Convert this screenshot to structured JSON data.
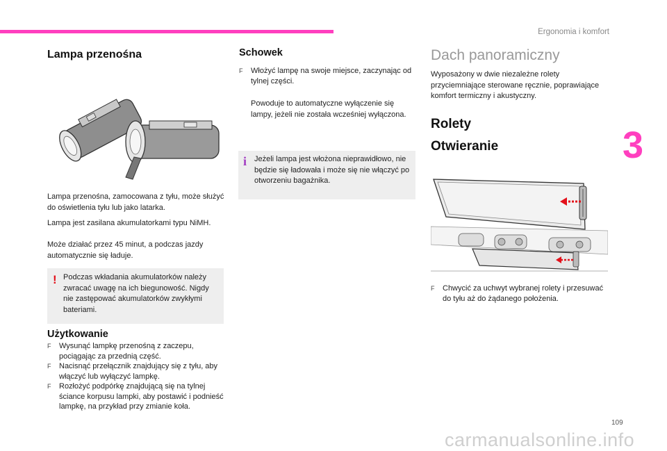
{
  "header": {
    "chapter_title": "Ergonomia i komfort",
    "chapter_number": "3"
  },
  "page_number": "109",
  "watermark": "carmanualsonline.info",
  "col1": {
    "title": "Lampa przenośna",
    "image_icon": "portable-lamp-illustration",
    "caption": "Lampa przenośna, zamocowana z tyłu, może służyć do oświetlenia tyłu lub jako latarka.",
    "para_line1": "Lampa jest zasilana akumulatorkami typu NiMH.",
    "para_line2": "Może działać przez 45 minut, a podczas jazdy automatycznie się ładuje.",
    "warning_icon": "!",
    "warning": "Podczas wkładania akumulatorków należy zwracać uwagę na ich biegunowość. Nigdy nie zastępować akumulatorków zwykłymi bateriami.",
    "usage_title": "Użytkowanie",
    "usage_items": [
      "Wysunąć lampkę przenośną z zaczepu, pociągając za przednią część.",
      "Nacisnąć przełącznik znajdujący się z tyłu, aby włączyć lub wyłączyć lampkę.",
      "Rozłożyć podpórkę znajdującą się na tylnej ściance korpusu lampki, aby postawić i podnieść lampkę, na przykład przy zmianie koła."
    ]
  },
  "col2": {
    "title": "Schowek",
    "item": "Włożyć lampę na swoje miejsce, zaczynając od tylnej części.",
    "item_followup": "Powoduje to automatyczne wyłączenie się lampy, jeżeli nie została wcześniej wyłączona.",
    "info_icon": "i",
    "info": "Jeżeli lampa jest włożona nieprawidłowo, nie będzie się ładowała i może się nie włączyć po otworzeniu bagażnika."
  },
  "col3": {
    "title": "Dach panoramiczny",
    "intro": "Wyposażony w dwie niezależne rolety przyciemniające sterowane ręcznie, poprawiające komfort termiczny i akustyczny.",
    "rolety_title": "Rolety",
    "otwieranie_title": "Otwieranie",
    "image_icon": "panoramic-roof-blinds-illustration",
    "item": "Chwycić za uchwyt wybranej rolety i przesuwać do tyłu aż do żądanego położenia."
  },
  "bullet_marker": "F",
  "colors": {
    "accent_pink": "#ff3fbf",
    "warning_red": "#e3101a",
    "info_purple": "#a23cc2",
    "note_bg": "#eeeeee"
  }
}
